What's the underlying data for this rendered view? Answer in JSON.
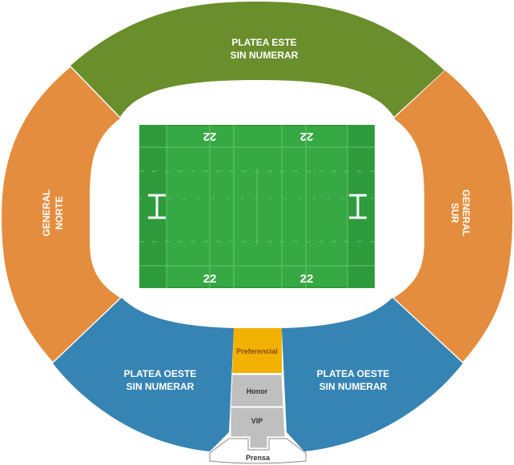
{
  "colors": {
    "platea_este": "#6a8e2c",
    "general": "#e48d3e",
    "platea_oeste": "#3684b3",
    "preferencial": "#f2b100",
    "grey_section": "#bfbfbf",
    "field": "#2e9b3c",
    "field_inner": "#36a844"
  },
  "sections": {
    "platea_este": {
      "line1": "PLATEA ESTE",
      "line2": "SIN NUMERAR"
    },
    "general_norte": {
      "line1": "GENERAL",
      "line2": "NORTE"
    },
    "general_sur": {
      "line1": "GENERAL",
      "line2": "SUR"
    },
    "platea_oeste_left": {
      "line1": "PLATEA OESTE",
      "line2": "SIN NUMERAR"
    },
    "platea_oeste_right": {
      "line1": "PLATEA OESTE",
      "line2": "SIN NUMERAR"
    },
    "preferencial": "Preferencial",
    "honor": "Honor",
    "vip": "VIP",
    "prensa": "Prensa"
  },
  "field": {
    "yard_top_left": "22",
    "yard_top_right": "22",
    "yard_bottom_left": "22",
    "yard_bottom_right": "22"
  }
}
